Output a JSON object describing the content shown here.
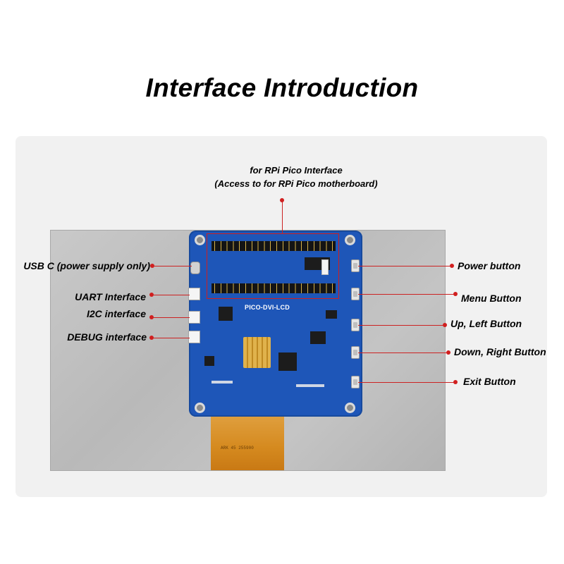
{
  "title": "Interface Introduction",
  "top_annotation": {
    "line1": "for RPi Pico Interface",
    "line2": "(Access to for RPi Pico motherboard)"
  },
  "board_label": "PICO-DVI-LCD",
  "flex_text": "ARK 45 255900",
  "left_labels": [
    {
      "id": "usb-c",
      "text": "USB C (power supply only)"
    },
    {
      "id": "uart",
      "text": "UART Interface"
    },
    {
      "id": "i2c",
      "text": "I2C interface"
    },
    {
      "id": "debug",
      "text": "DEBUG interface"
    }
  ],
  "right_labels": [
    {
      "id": "power",
      "text": "Power button"
    },
    {
      "id": "menu",
      "text": "Menu Button"
    },
    {
      "id": "up-left",
      "text": "Up, Left Button"
    },
    {
      "id": "down-right",
      "text": "Down, Right Button"
    },
    {
      "id": "exit",
      "text": "Exit Button"
    }
  ],
  "colors": {
    "board": "#1e56b8",
    "annotation": "#d11f1f",
    "flex_cable": "#d58a1f",
    "panel": "#f1f1f1"
  }
}
